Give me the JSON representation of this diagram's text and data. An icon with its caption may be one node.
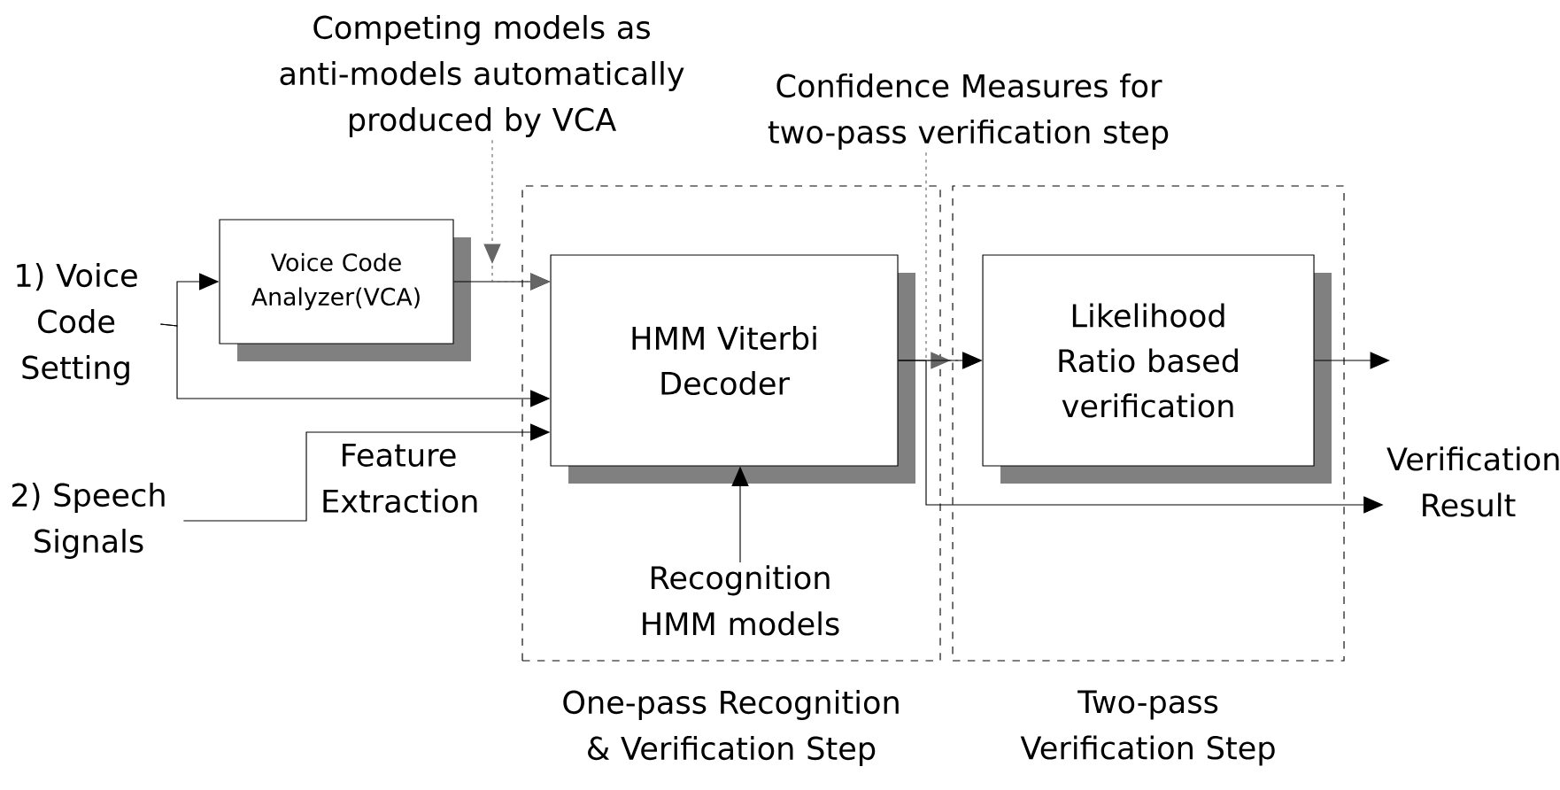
{
  "diagram": {
    "nodes": [
      {
        "text": [
          "One-pass Recognition & Verification Step"
        ]
      },
      {
        "text": [
          "Two-pass Verification Step"
        ]
      },
      {
        "text": [
          "Voice Code Analyzer(VCA)"
        ]
      },
      {
        "text": [
          "HMM Viterbi Decoder"
        ],
        "in": 0
      },
      {
        "text": [
          "Likelihood Ratio based verification"
        ],
        "in": 1
      },
      {
        "text": [
          "1) Voice Code Setting"
        ]
      },
      {
        "text": [
          "2) Speech Signals"
        ]
      },
      {
        "text": [
          "Competing models as anti-models automatically produced by VCA"
        ]
      },
      {
        "text": [
          "Confidence Measures for two-pass verification step"
        ]
      },
      {
        "text": [
          "Recognition HMM models"
        ],
        "in": 0
      },
      {
        "text": [
          "Verification Result"
        ]
      }
    ],
    "edges": [
      {
        "from": 5,
        "to": 2,
        "arrow": "to"
      },
      {
        "from": 5,
        "to": 3,
        "arrow": "to"
      },
      {
        "from": 2,
        "to": 3,
        "arrow": "to"
      },
      {
        "from": 6,
        "to": 3,
        "arrow": "to",
        "label": "Feature Extraction"
      },
      {
        "from": 7,
        "to": 3,
        "arrow": "to",
        "style": "dashed",
        "color": "#666666"
      },
      {
        "from": 8,
        "to": 4,
        "arrow": "to",
        "style": "dashed",
        "color": "#666666"
      },
      {
        "from": 3,
        "to": 4,
        "arrow": "to"
      },
      {
        "from": 3,
        "to": 10,
        "arrow": "to"
      },
      {
        "from": 4,
        "to": null,
        "arrow": "to"
      },
      {
        "from": 9,
        "to": 3,
        "arrow": "to"
      }
    ]
  }
}
